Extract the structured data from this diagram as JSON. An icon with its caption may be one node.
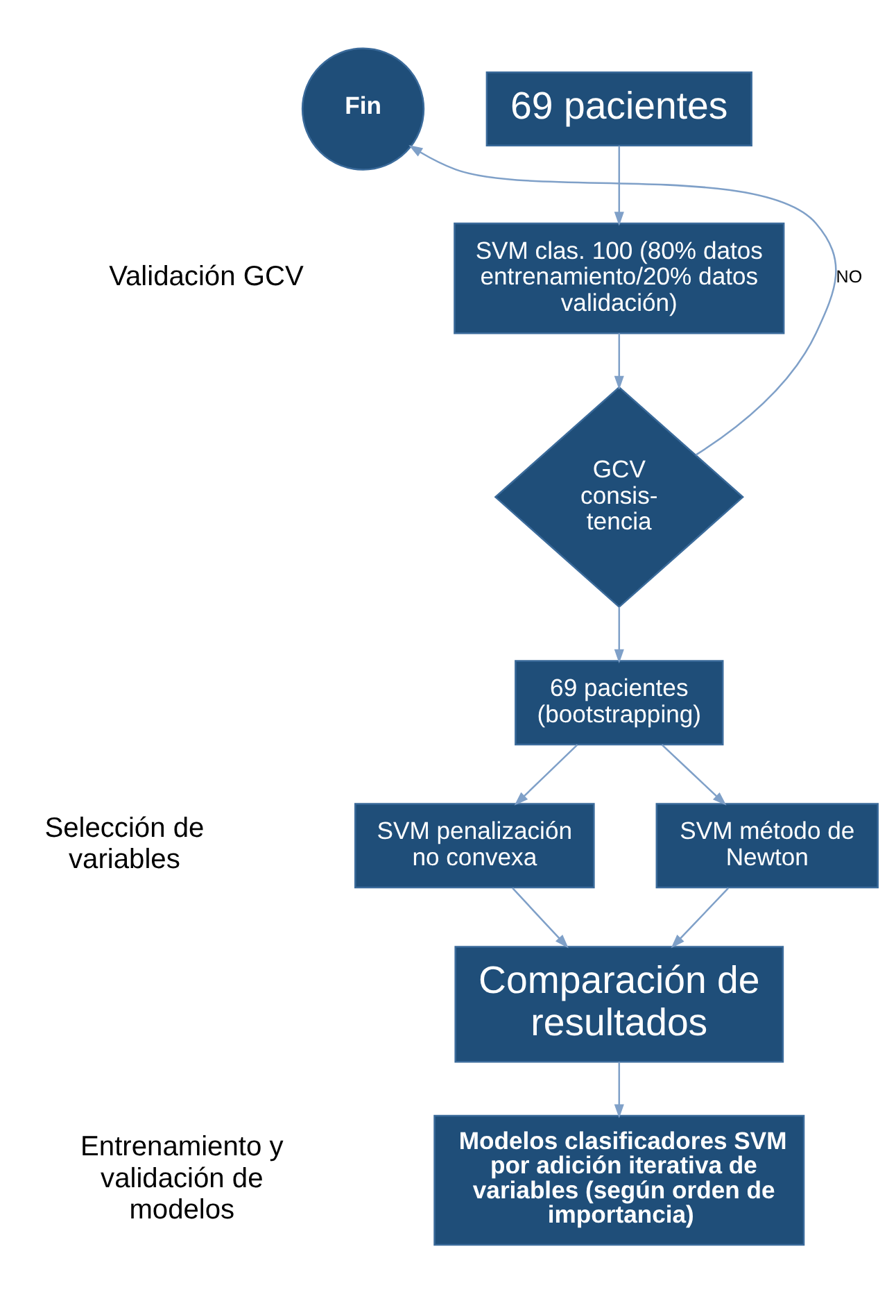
{
  "diagram": {
    "nodes": [
      {
        "text": [
          "69 pacientes"
        ]
      },
      {
        "text": [
          "SVM clas. 100 (80% datos entrenamiento/20% datos validación)"
        ]
      },
      {
        "text": [
          "GCV consis- tencia"
        ]
      },
      {
        "text": [
          "Fin"
        ]
      },
      {
        "text": [
          "69 pacientes (bootstrapping)"
        ]
      },
      {
        "text": [
          "SVM penalización no convexa"
        ]
      },
      {
        "text": [
          "SVM método de Newton"
        ]
      },
      {
        "text": [
          "Comparación de resultados"
        ]
      },
      {
        "text": [
          "Modelos clasificadores SVM por adición iterativa de variables (según orden de importancia)"
        ]
      }
    ],
    "edges": [
      {
        "from": 0,
        "to": 1,
        "arrow": "to"
      },
      {
        "from": 1,
        "to": 2,
        "arrow": "to"
      },
      {
        "from": 2,
        "to": 3,
        "arrow": "to",
        "label": "NO"
      },
      {
        "from": 2,
        "to": 4,
        "arrow": "to"
      },
      {
        "from": 4,
        "to": 5,
        "arrow": "to"
      },
      {
        "from": 4,
        "to": 6,
        "arrow": "to"
      },
      {
        "from": 5,
        "to": 7,
        "arrow": "to"
      },
      {
        "from": 6,
        "to": 7,
        "arrow": "to"
      },
      {
        "from": 7,
        "to": 8,
        "arrow": "to"
      }
    ],
    "labels": [
      "Validación GCV",
      "Selección de variables",
      "Entrenamiento y validación de modelos"
    ]
  }
}
